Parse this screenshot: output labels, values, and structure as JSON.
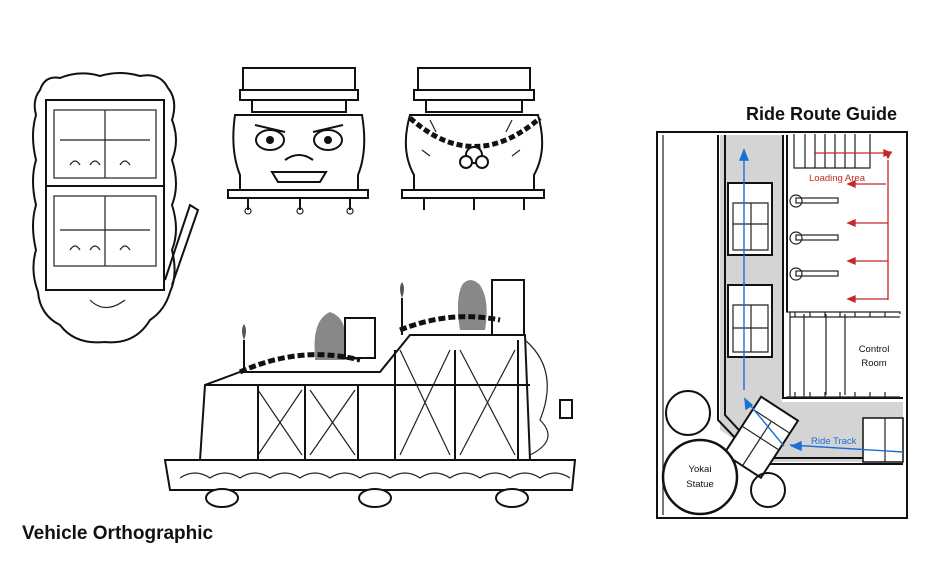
{
  "vehicle_section": {
    "title": "Vehicle Orthographic"
  },
  "route_section": {
    "title": "Ride Route Guide",
    "labels": {
      "loading_area": "Loading Area",
      "control_room": [
        "Control",
        "Room"
      ],
      "ride_track": "Ride Track",
      "statue": [
        "Yokai",
        "Statue"
      ]
    },
    "colors": {
      "track": "#1a6fd6",
      "loading": "#c62828",
      "floor": "#d4d4d4"
    }
  }
}
